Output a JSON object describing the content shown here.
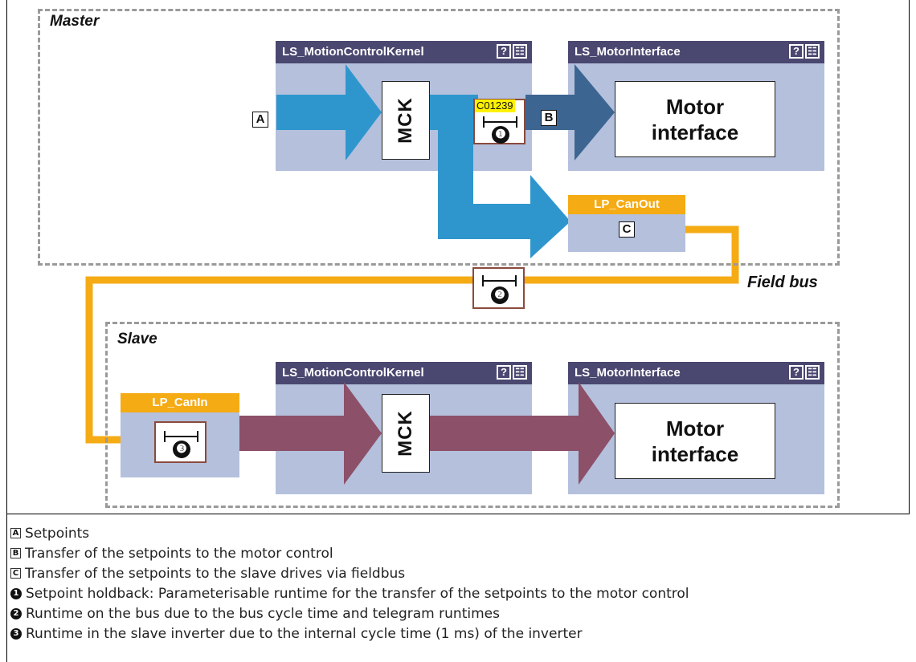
{
  "colors": {
    "block_bg": "#b4c0dc",
    "block_head": "#4a4770",
    "lp_head": "#f5ab14",
    "arrow_master": "#2f96cd",
    "arrow_to_motor": "#3d6591",
    "arrow_slave": "#8c5068",
    "fieldbus": "#f5ab14",
    "group_border": "#9a9a9a"
  },
  "master": {
    "label": "Master",
    "input_marker": "A",
    "output_marker": "B",
    "kernel": {
      "title": "LS_MotionControlKernel",
      "help_icon": "?",
      "list_icon": "☷",
      "mck_label": "MCK"
    },
    "holdback": {
      "code": "C01239",
      "number": "❶"
    },
    "motor_interface": {
      "title": "LS_MotorInterface",
      "help_icon": "?",
      "list_icon": "☷",
      "line1": "Motor",
      "line2": "interface"
    },
    "can_out": {
      "title": "LP_CanOut",
      "marker": "C"
    }
  },
  "fieldbus": {
    "label": "Field bus",
    "number": "❷"
  },
  "slave": {
    "label": "Slave",
    "can_in": {
      "title": "LP_CanIn",
      "number": "❸"
    },
    "kernel": {
      "title": "LS_MotionControlKernel",
      "help_icon": "?",
      "list_icon": "☷",
      "mck_label": "MCK"
    },
    "motor_interface": {
      "title": "LS_MotorInterface",
      "help_icon": "?",
      "list_icon": "☷",
      "line1": "Motor",
      "line2": "interface"
    }
  },
  "legend": [
    {
      "marker": "A",
      "text": "Setpoints"
    },
    {
      "marker": "B",
      "text": "Transfer of the setpoints to the motor control"
    },
    {
      "marker": "C",
      "text": "Transfer of the setpoints to the slave drives via fieldbus"
    },
    {
      "marker": "1",
      "text": "Setpoint holdback: Parameterisable runtime for the transfer of the setpoints to the motor control"
    },
    {
      "marker": "2",
      "text": "Runtime on the bus due to the bus cycle time and telegram runtimes"
    },
    {
      "marker": "3",
      "text": "Runtime in the slave inverter due to the internal cycle time (1 ms) of the inverter"
    }
  ]
}
